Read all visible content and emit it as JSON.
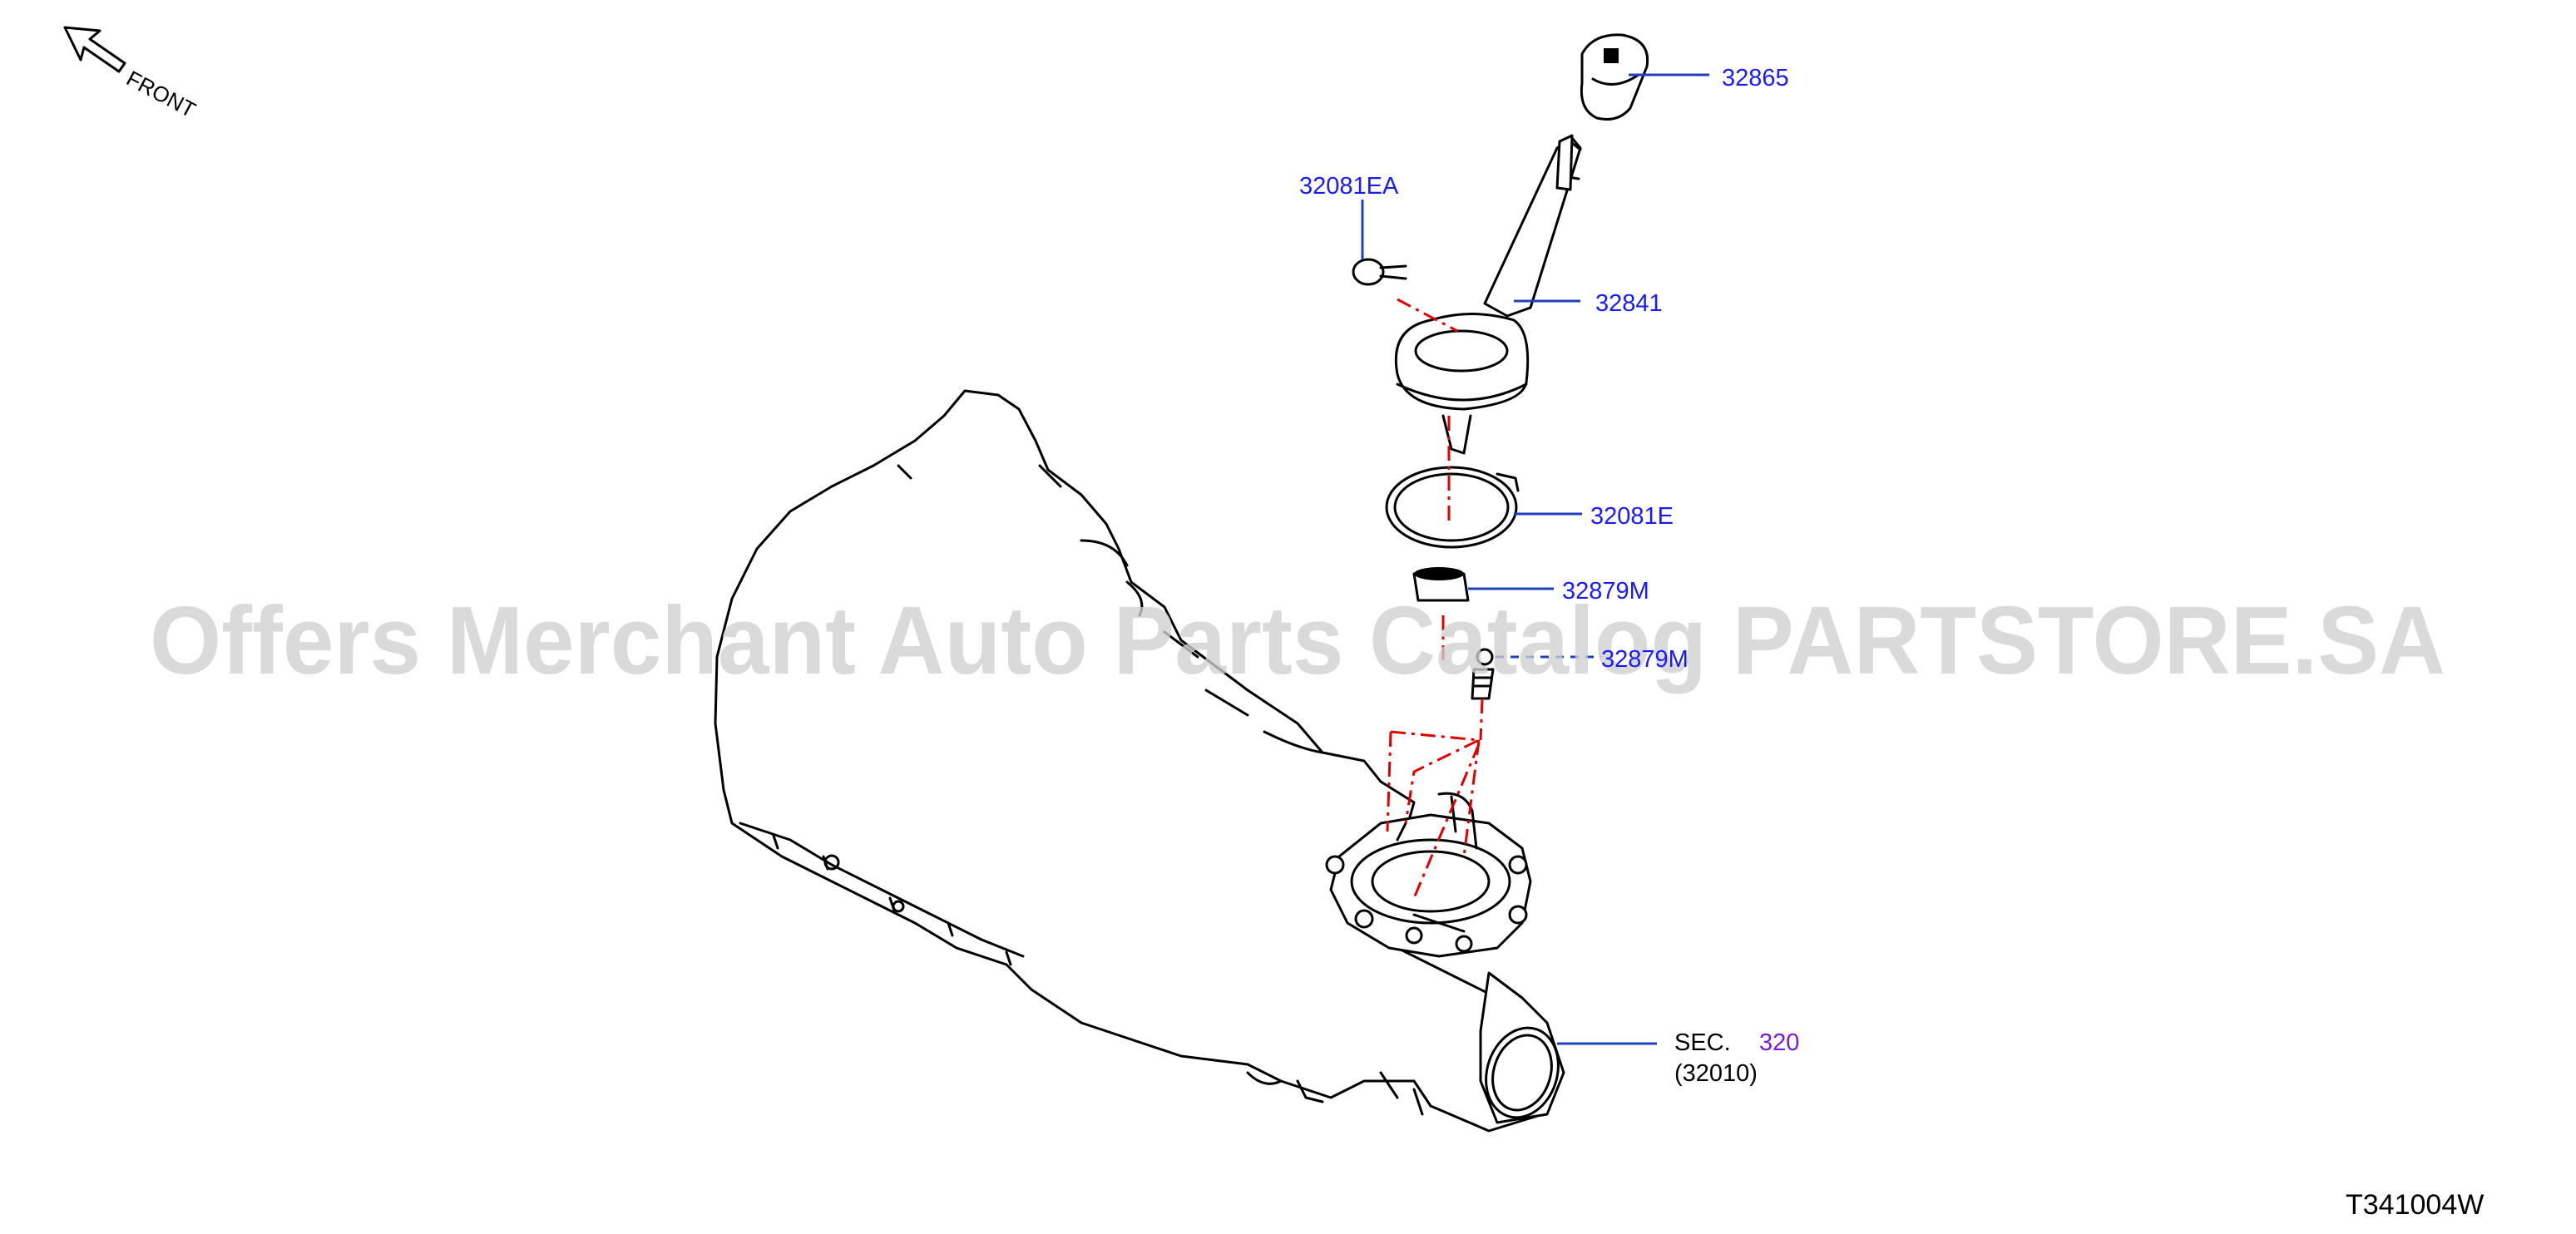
{
  "diagram": {
    "front_label": "FRONT",
    "drawing_code": "T341004W",
    "watermark": "Offers Merchant Auto Parts Catalog PARTSTORE.SA",
    "colors": {
      "part_number": "#1a1aff",
      "leader_line": "#1f3fbf",
      "center_line": "#e00000",
      "section_number": "#7a1ad6",
      "watermark": "#cfcfcf"
    },
    "parts": [
      {
        "id": "knob",
        "number": "32865"
      },
      {
        "id": "clip",
        "number": "32081EA"
      },
      {
        "id": "lever",
        "number": "32841"
      },
      {
        "id": "boot-clamp",
        "number": "32081E"
      },
      {
        "id": "bushing",
        "number": "32879M"
      },
      {
        "id": "pin",
        "number": "32879M"
      }
    ],
    "section_ref": {
      "prefix": "SEC.",
      "number": "320",
      "sub": "(32010)"
    }
  }
}
